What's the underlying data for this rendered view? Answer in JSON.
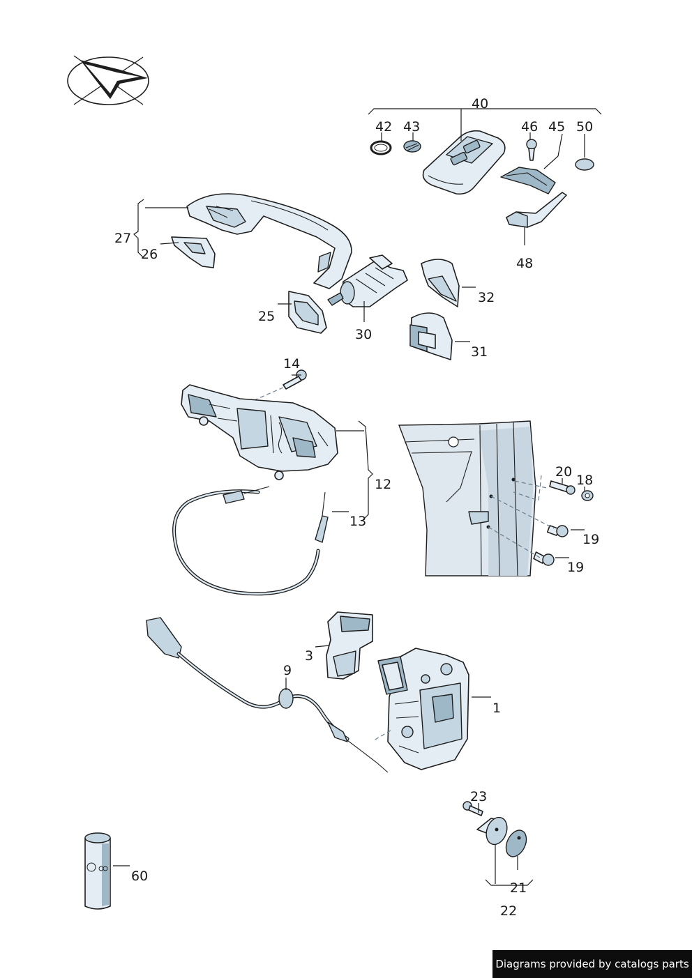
{
  "callouts": {
    "c1": "1",
    "c3": "3",
    "c9": "9",
    "c12": "12",
    "c13": "13",
    "c14": "14",
    "c18": "18",
    "c19a": "19",
    "c19b": "19",
    "c20": "20",
    "c21": "21",
    "c22": "22",
    "c23": "23",
    "c25": "25",
    "c26": "26",
    "c27": "27",
    "c30": "30",
    "c31": "31",
    "c32": "32",
    "c40": "40",
    "c42": "42",
    "c43": "43",
    "c45": "45",
    "c46": "46",
    "c48": "48",
    "c50": "50",
    "c60": "60"
  },
  "footer": {
    "credit": "Diagrams provided by catalogs parts"
  },
  "icons": {
    "logo": "direction-arrow-logo-icon"
  },
  "colors": {
    "part_fill": "#e3edf3",
    "part_shade": "#9fb8c8",
    "line": "#1e1e1e",
    "credit_bg": "#0d0d0d"
  }
}
